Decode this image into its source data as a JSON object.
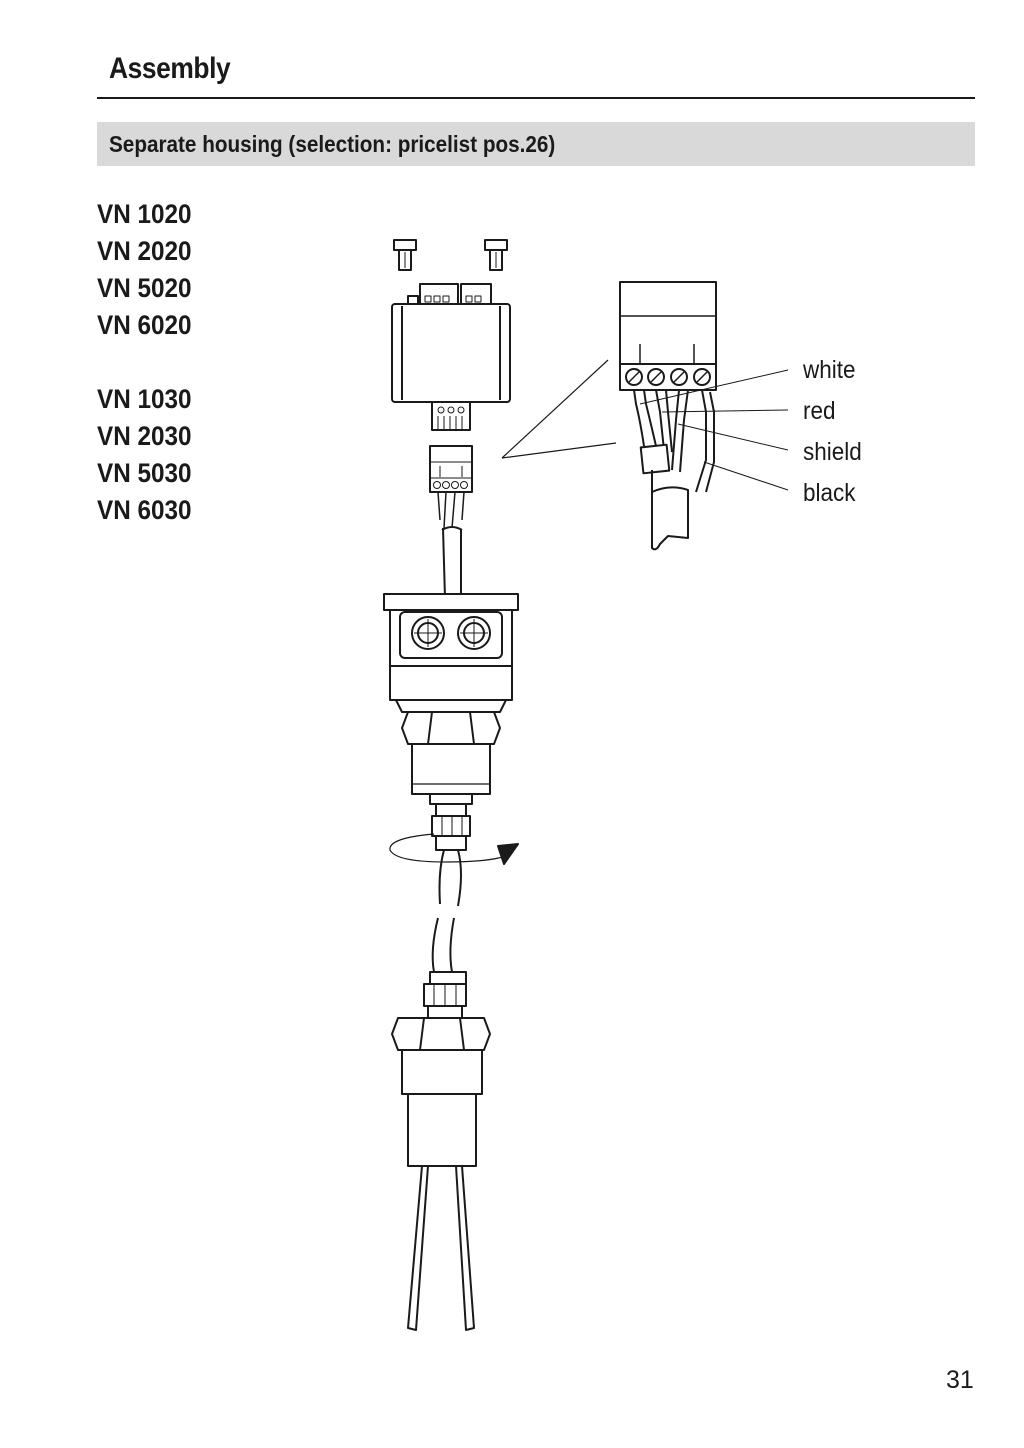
{
  "page": {
    "title": "Assembly",
    "section_heading": "Separate housing (selection: pricelist pos.26)",
    "page_number": "31"
  },
  "models": {
    "group1": [
      "VN 1020",
      "VN 2020",
      "VN 5020",
      "VN 6020"
    ],
    "group2": [
      "VN 1030",
      "VN 2030",
      "VN 5030",
      "VN 6030"
    ]
  },
  "wire_labels": [
    "white",
    "red",
    "shield",
    "black"
  ],
  "colors": {
    "band_gray": "#d9d9d9",
    "ink": "#1a1a1a"
  }
}
